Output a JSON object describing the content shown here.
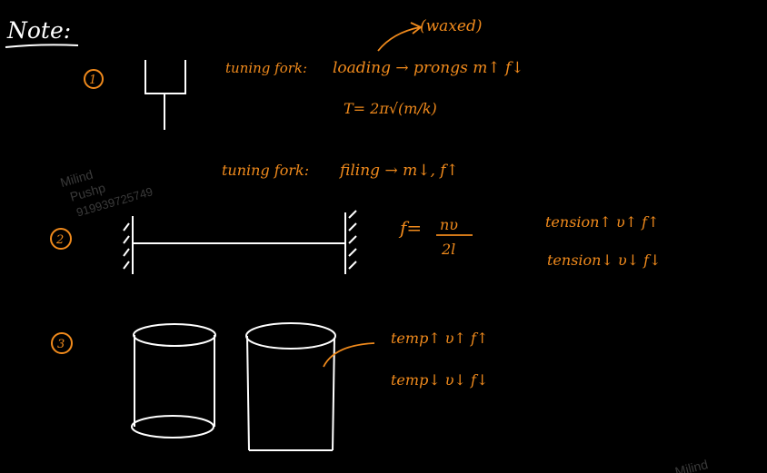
{
  "heading": "Note:",
  "watermark": {
    "name_line1": "Milind",
    "name_line2": "Pushp",
    "phone": "919939725749",
    "corner_name": "Milind"
  },
  "section1": {
    "number": "1",
    "annotation": "(waxed)",
    "line1_label": "tuning fork:",
    "line1_text": "loading → prongs m↑  f↓",
    "formula": "T= 2π√(m/k)",
    "line2_label": "tuning fork:",
    "line2_text": "filing → m↓,  f↑"
  },
  "section2": {
    "number": "2",
    "formula_lhs": "f=",
    "formula_num": "nυ",
    "formula_den": "2l",
    "row1": "tension↑   υ↑   f↑",
    "row2": "tension↓   υ↓   f↓"
  },
  "section3": {
    "number": "3",
    "row1": "temp↑    υ↑    f↑",
    "row2": "temp↓    υ↓    f↓"
  },
  "colors": {
    "ink": "#f08a1c",
    "heading": "#ffffff",
    "watermark": "#3a3a3a",
    "background": "#000000"
  }
}
